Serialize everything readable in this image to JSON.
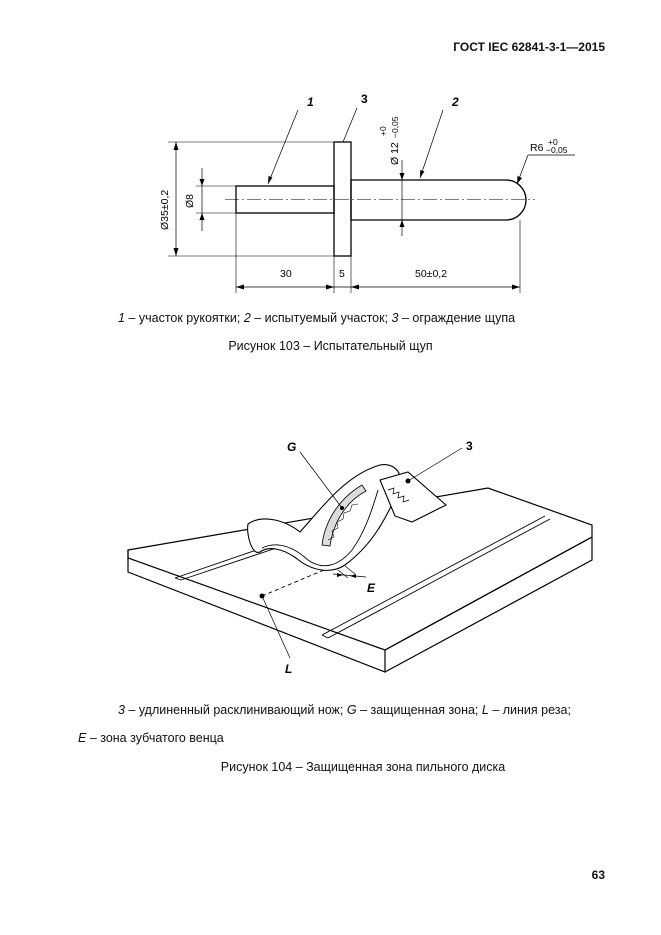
{
  "header": {
    "standard": "ГОСТ IEC 62841-3-1—2015"
  },
  "figure103": {
    "labels": {
      "handle": "1",
      "tested": "2",
      "guard": "3"
    },
    "dims": {
      "d35": "Ø35±0,2",
      "d8": "Ø8",
      "d12": "Ø 12",
      "d12_tol_top": "+0",
      "d12_tol_bot": "−0,05",
      "r6": "R6",
      "r6_tol_top": "+0",
      "r6_tol_bot": "−0,05",
      "len30": "30",
      "len5": "5",
      "len50": "50±0,2"
    },
    "legend": {
      "n1": "1",
      "t1": " – участок рукоятки; ",
      "n2": "2",
      "t2": " – испытуемый участок; ",
      "n3": "3",
      "t3": " – ограждение щупа"
    },
    "title": "Рисунок 103 – Испытательный щуп"
  },
  "figure104": {
    "labels": {
      "g": "G",
      "knife": "3",
      "e": "E",
      "l": "L"
    },
    "legend": {
      "n3": "3",
      "t3": " – удлиненный расклинивающий нож; ",
      "nG": "G",
      "tG": " – защищенная зона; ",
      "nL": "L",
      "tL": " – линия реза;",
      "nE": "E",
      "tE": " – зона зубчатого венца"
    },
    "title": "Рисунок 104 – Защищенная зона пильного диска"
  },
  "footer": {
    "page_number": "63"
  }
}
